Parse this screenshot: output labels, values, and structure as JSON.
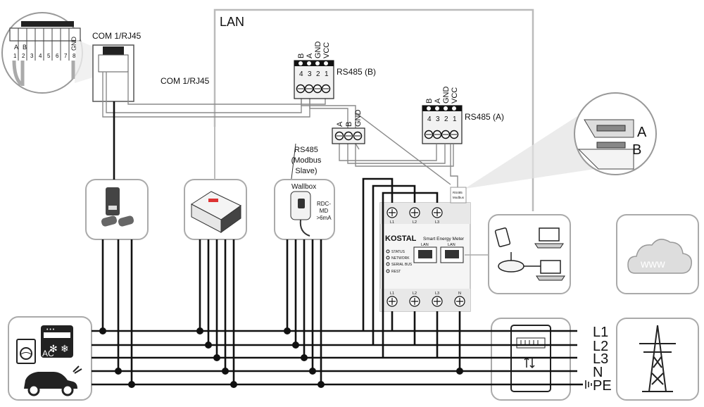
{
  "labels": {
    "lan": "LAN",
    "com_top": "COM 1/RJ45",
    "com_mid": "COM 1/RJ45",
    "rs485_b": "RS485 (B)",
    "rs485_a": "RS485 (A)",
    "wallbox": "Wallbox",
    "rdc": [
      "RDC-",
      "MD",
      ">6mA"
    ],
    "modbus_slave": [
      "RS485",
      "(Modbus",
      "Slave)"
    ],
    "rs485_modbus_tag": [
      "RS485",
      "Modbus"
    ]
  },
  "rj45_pins": {
    "letters": [
      "A",
      "B",
      "",
      "",
      "",
      "",
      "",
      "GND"
    ],
    "numbers": [
      "1",
      "2",
      "3",
      "4",
      "5",
      "6",
      "7",
      "8"
    ]
  },
  "terminal_b": {
    "top": [
      "B",
      "A",
      "GND",
      "VCC"
    ],
    "nums": [
      "4",
      "3",
      "2",
      "1"
    ]
  },
  "terminal_a": {
    "top": [
      "B",
      "A",
      "GND",
      "VCC"
    ],
    "nums": [
      "4",
      "3",
      "2",
      "1"
    ]
  },
  "terminal_slave": {
    "top": [
      "A",
      "B",
      "GND"
    ]
  },
  "zoom_ab": [
    "A",
    "B"
  ],
  "meter": {
    "brand": "KOSTAL",
    "name": "Smart Energy Meter",
    "top_terms": [
      "L1",
      "L2",
      "L3"
    ],
    "bottom_terms": [
      "L1",
      "L2",
      "L3",
      "N"
    ],
    "lan_ports": [
      "LAN",
      "LAN"
    ],
    "leds": [
      "STATUS",
      "NETWORK",
      "SERIAL BUS",
      "REST"
    ]
  },
  "cloud_text": "www",
  "lines": [
    "L1",
    "L2",
    "L3",
    "N",
    "PE"
  ],
  "ac_label": "AC"
}
